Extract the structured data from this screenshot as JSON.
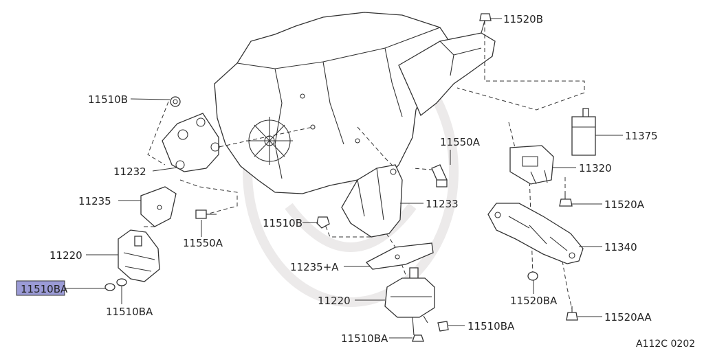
{
  "diagram": {
    "labels": {
      "p11520B": "11520B",
      "p11510B_top": "11510B",
      "p11550A_top": "11550A",
      "p11375": "11375",
      "p11232": "11232",
      "p11320": "11320",
      "p11233": "11233",
      "p11235": "11235",
      "p11520A": "11520A",
      "p11510B_mid": "11510B",
      "p11550A_low": "11550A",
      "p11340": "11340",
      "p11220_left": "11220",
      "p11235A": "11235+A",
      "p11510BA_selected": "11510BA",
      "p11220_right": "11220",
      "p11520BA": "11520BA",
      "p11510BA_left": "11510BA",
      "p11510BA_right": "11510BA",
      "p11520AA": "11520AA",
      "p11510BA_bottom": "11510BA"
    },
    "code": "A112C 0202",
    "selected_highlight": "#9b9bd6"
  }
}
